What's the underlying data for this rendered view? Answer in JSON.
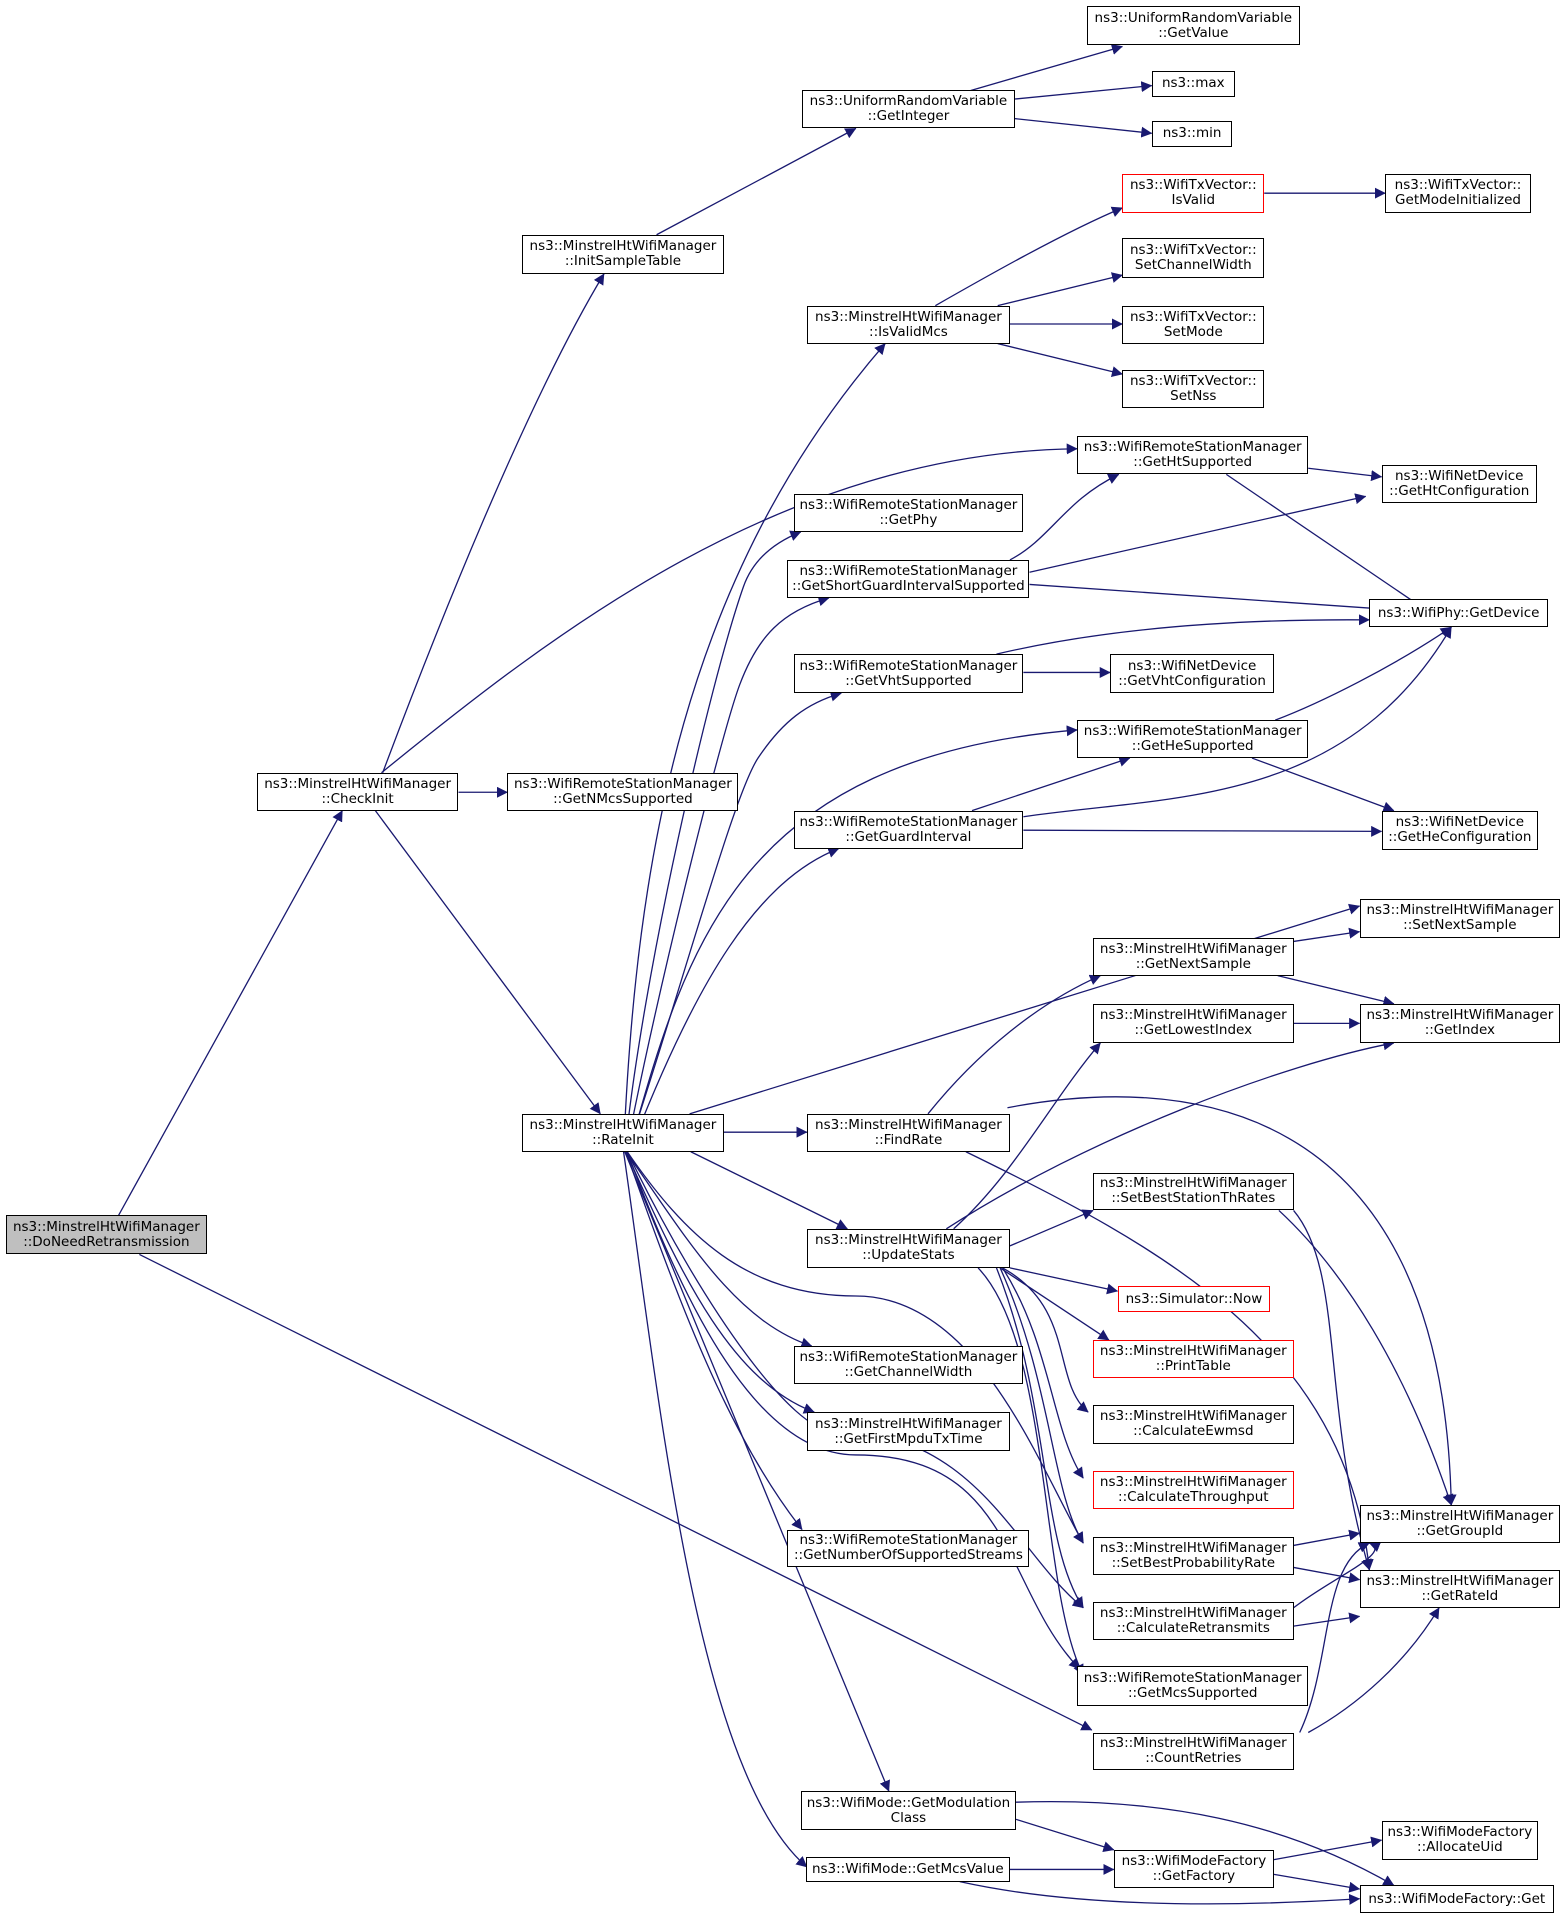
{
  "colors": {
    "edge": "#191970",
    "border": "#000000",
    "root_fill": "#bfbfbf",
    "warn_border": "#ff0000"
  },
  "nodes": [
    {
      "id": "root",
      "lines": [
        "ns3::MinstrelHtWifiManager",
        "::DoNeedRetransmission"
      ],
      "style": "root"
    },
    {
      "id": "checkinit",
      "lines": [
        "ns3::MinstrelHtWifiManager",
        "::CheckInit"
      ]
    },
    {
      "id": "initsample",
      "lines": [
        "ns3::MinstrelHtWifiManager",
        "::InitSampleTable"
      ]
    },
    {
      "id": "getnmcs",
      "lines": [
        "ns3::WifiRemoteStationManager",
        "::GetNMcsSupported"
      ]
    },
    {
      "id": "rateinit",
      "lines": [
        "ns3::MinstrelHtWifiManager",
        "::RateInit"
      ]
    },
    {
      "id": "urv_getint",
      "lines": [
        "ns3::UniformRandomVariable",
        "::GetInteger"
      ]
    },
    {
      "id": "urv_getval",
      "lines": [
        "ns3::UniformRandomVariable",
        "::GetValue"
      ]
    },
    {
      "id": "max",
      "lines": [
        "ns3::max"
      ]
    },
    {
      "id": "min",
      "lines": [
        "ns3::min"
      ]
    },
    {
      "id": "isvalidmcs",
      "lines": [
        "ns3::MinstrelHtWifiManager",
        "::IsValidMcs"
      ]
    },
    {
      "id": "txv_isvalid",
      "lines": [
        "ns3::WifiTxVector::",
        "IsValid"
      ],
      "style": "red"
    },
    {
      "id": "txv_getmode",
      "lines": [
        "ns3::WifiTxVector::",
        "GetModeInitialized"
      ]
    },
    {
      "id": "txv_setcw",
      "lines": [
        "ns3::WifiTxVector::",
        "SetChannelWidth"
      ]
    },
    {
      "id": "txv_setmode",
      "lines": [
        "ns3::WifiTxVector::",
        "SetMode"
      ]
    },
    {
      "id": "txv_setnss",
      "lines": [
        "ns3::WifiTxVector::",
        "SetNss"
      ]
    },
    {
      "id": "getht",
      "lines": [
        "ns3::WifiRemoteStationManager",
        "::GetHtSupported"
      ]
    },
    {
      "id": "nd_getht",
      "lines": [
        "ns3::WifiNetDevice",
        "::GetHtConfiguration"
      ]
    },
    {
      "id": "getphy",
      "lines": [
        "ns3::WifiRemoteStationManager",
        "::GetPhy"
      ]
    },
    {
      "id": "getsgi",
      "lines": [
        "ns3::WifiRemoteStationManager",
        "::GetShortGuardIntervalSupported"
      ]
    },
    {
      "id": "phy_getdev",
      "lines": [
        "ns3::WifiPhy::GetDevice"
      ]
    },
    {
      "id": "getvht",
      "lines": [
        "ns3::WifiRemoteStationManager",
        "::GetVhtSupported"
      ]
    },
    {
      "id": "nd_getvht",
      "lines": [
        "ns3::WifiNetDevice",
        "::GetVhtConfiguration"
      ]
    },
    {
      "id": "gethe",
      "lines": [
        "ns3::WifiRemoteStationManager",
        "::GetHeSupported"
      ]
    },
    {
      "id": "getgi",
      "lines": [
        "ns3::WifiRemoteStationManager",
        "::GetGuardInterval"
      ]
    },
    {
      "id": "nd_gethe",
      "lines": [
        "ns3::WifiNetDevice",
        "::GetHeConfiguration"
      ]
    },
    {
      "id": "setnext",
      "lines": [
        "ns3::MinstrelHtWifiManager",
        "::SetNextSample"
      ]
    },
    {
      "id": "getnext",
      "lines": [
        "ns3::MinstrelHtWifiManager",
        "::GetNextSample"
      ]
    },
    {
      "id": "getlowest",
      "lines": [
        "ns3::MinstrelHtWifiManager",
        "::GetLowestIndex"
      ]
    },
    {
      "id": "getindex",
      "lines": [
        "ns3::MinstrelHtWifiManager",
        "::GetIndex"
      ]
    },
    {
      "id": "findrate",
      "lines": [
        "ns3::MinstrelHtWifiManager",
        "::FindRate"
      ]
    },
    {
      "id": "setbestth",
      "lines": [
        "ns3::MinstrelHtWifiManager",
        "::SetBestStationThRates"
      ]
    },
    {
      "id": "updatestats",
      "lines": [
        "ns3::MinstrelHtWifiManager",
        "::UpdateStats"
      ]
    },
    {
      "id": "simnow",
      "lines": [
        "ns3::Simulator::Now"
      ],
      "style": "red"
    },
    {
      "id": "printtable",
      "lines": [
        "ns3::MinstrelHtWifiManager",
        "::PrintTable"
      ],
      "style": "red"
    },
    {
      "id": "getcw",
      "lines": [
        "ns3::WifiRemoteStationManager",
        "::GetChannelWidth"
      ]
    },
    {
      "id": "calcewmsd",
      "lines": [
        "ns3::MinstrelHtWifiManager",
        "::CalculateEwmsd"
      ]
    },
    {
      "id": "getfirstmpdu",
      "lines": [
        "ns3::MinstrelHtWifiManager",
        "::GetFirstMpduTxTime"
      ]
    },
    {
      "id": "calcthr",
      "lines": [
        "ns3::MinstrelHtWifiManager",
        "::CalculateThroughput"
      ],
      "style": "red"
    },
    {
      "id": "getgroupid",
      "lines": [
        "ns3::MinstrelHtWifiManager",
        "::GetGroupId"
      ]
    },
    {
      "id": "getnss",
      "lines": [
        "ns3::WifiRemoteStationManager",
        "::GetNumberOfSupportedStreams"
      ]
    },
    {
      "id": "setbestprob",
      "lines": [
        "ns3::MinstrelHtWifiManager",
        "::SetBestProbabilityRate"
      ]
    },
    {
      "id": "getrateid",
      "lines": [
        "ns3::MinstrelHtWifiManager",
        "::GetRateId"
      ]
    },
    {
      "id": "calcretx",
      "lines": [
        "ns3::MinstrelHtWifiManager",
        "::CalculateRetransmits"
      ]
    },
    {
      "id": "getmcssup",
      "lines": [
        "ns3::WifiRemoteStationManager",
        "::GetMcsSupported"
      ]
    },
    {
      "id": "countretries",
      "lines": [
        "ns3::MinstrelHtWifiManager",
        "::CountRetries"
      ]
    },
    {
      "id": "mode_getmod",
      "lines": [
        "ns3::WifiMode::GetModulation",
        "Class"
      ]
    },
    {
      "id": "mf_alloc",
      "lines": [
        "ns3::WifiModeFactory",
        "::AllocateUid"
      ]
    },
    {
      "id": "mf_getfactory",
      "lines": [
        "ns3::WifiModeFactory",
        "::GetFactory"
      ]
    },
    {
      "id": "mode_getmcs",
      "lines": [
        "ns3::WifiMode::GetMcsValue"
      ]
    },
    {
      "id": "mf_get",
      "lines": [
        "ns3::WifiModeFactory::Get"
      ]
    }
  ]
}
